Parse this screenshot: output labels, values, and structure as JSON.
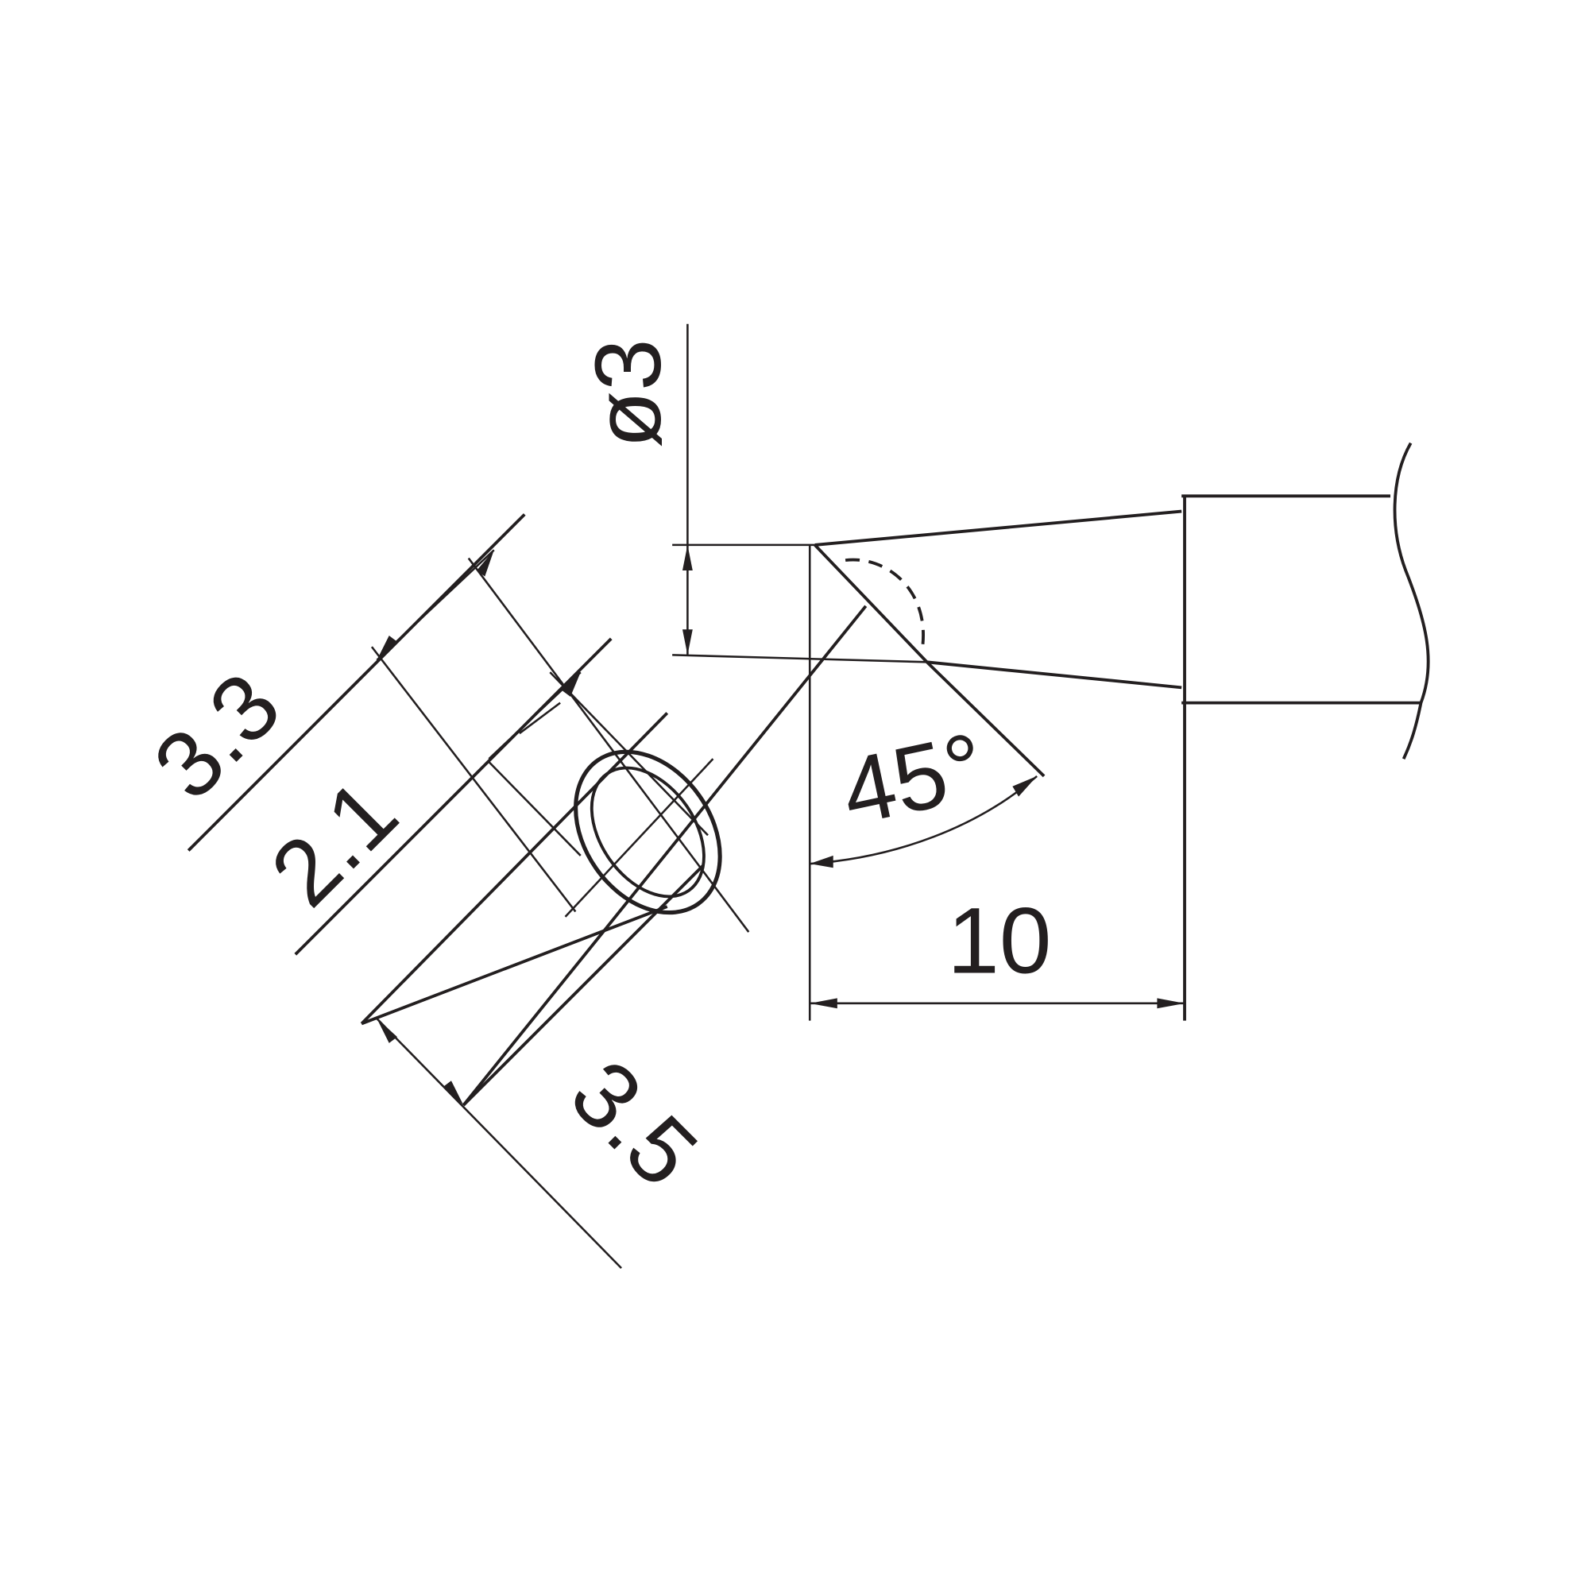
{
  "diagram": {
    "labels": {
      "shaft_diameter": "ø3",
      "chamfer_angle": "45°",
      "length": "10",
      "outer_width": "3.3",
      "inner_width": "2.1",
      "face_width": "3.5"
    },
    "line_color": "#231f20",
    "background": "#ffffff"
  }
}
